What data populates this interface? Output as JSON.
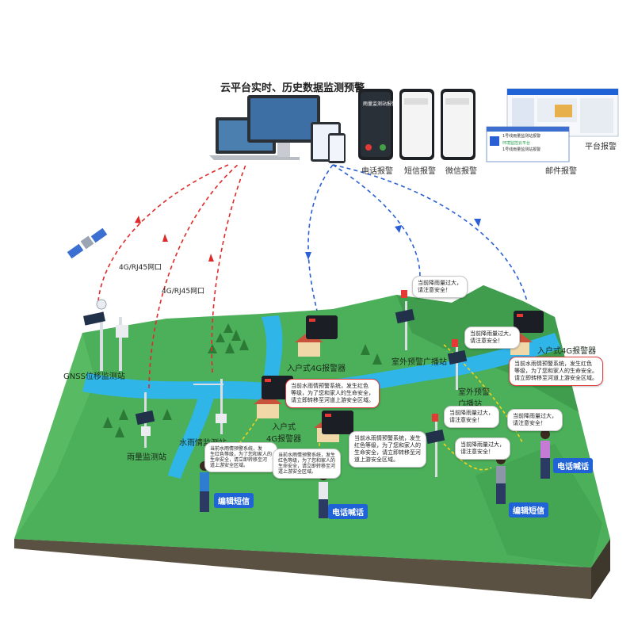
{
  "header": {
    "title": "云平台实时、历史数据监测预警",
    "channels": [
      "电话报警",
      "短信报警",
      "微信报警",
      "邮件报警",
      "平台报警"
    ],
    "phone_screen_text": "雨量监测站报警",
    "email_popup": {
      "title": "1号线雨量监测站报警",
      "line1": "环境监控云平台",
      "line2": "1号线雨量监测站报警"
    }
  },
  "network_labels": [
    "4G/RJ45网口",
    "4G/RJ45网口"
  ],
  "stations": {
    "gnss": "GNSS位移监测站",
    "rain": "雨量监测站",
    "hydro": "水雨情监测站",
    "home_alarm_1": "入户式4G报警器",
    "home_alarm_2": "入户式\n4G报警器",
    "home_alarm_3": "入户式4G报警器",
    "outdoor_1": "室外预警广播站",
    "outdoor_2": "室外预警\n广播站"
  },
  "actions": {
    "sms_1": "编辑短信",
    "call_1": "电话喊话",
    "call_2": "电话喊话",
    "sms_2": "编辑短信"
  },
  "messages": {
    "rain_warn_1": [
      "当前降雨量过大，",
      "请注意安全！"
    ],
    "rain_warn_2": [
      "当前降雨量过大，",
      "请注意安全！"
    ],
    "rain_warn_3": [
      "当前降雨量过大，",
      "请注意安全！"
    ],
    "rain_warn_4": [
      "当前降雨量过大，",
      "请注意安全！"
    ],
    "rain_warn_5": [
      "当前降雨量过大，",
      "请注意安全！"
    ],
    "flood_1": [
      "当前水雨情预警系统，发生红色",
      "等级，为了您和家人的生命安全，",
      "请立即转移至河道上游安全区域。"
    ],
    "flood_2": [
      "当前水雨情预警系统，发生",
      "红色等级，为了您和家人的",
      "生命安全，请立即转移至河",
      "道上游安全区域。"
    ],
    "flood_3": [
      "当前水雨情预警系统，发生红色",
      "等级，为了您和家人的生命安全。",
      "请立即转移至河道上游安全区域。"
    ],
    "small_1": [
      "当前水雨情预警系统，发",
      "生红色等级，为了您和家人的",
      "生命安全，请立即转移至河",
      "道上游安全区域。"
    ],
    "small_2": [
      "当前水雨情预警系统，发生",
      "红色等级，为了您和家人的",
      "生命安全，请立即转移至河",
      "道上游安全区域。"
    ]
  },
  "colors": {
    "grass": "#4caf5a",
    "grass_dark": "#3a9349",
    "river": "#2fb5e8",
    "uplink": "#e02a2a",
    "downlink": "#2a5fd6",
    "alarm_path": "#f2d21c",
    "action_pill": "#1f63d6"
  }
}
